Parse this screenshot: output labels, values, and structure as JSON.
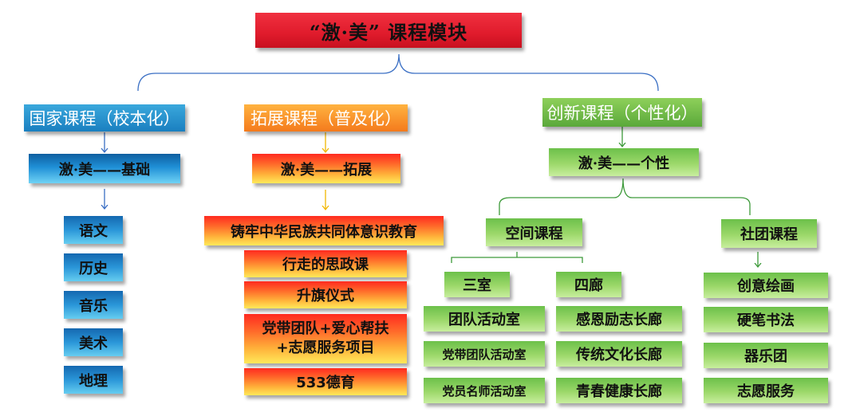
{
  "root": {
    "title": "“激·美” 课程模块"
  },
  "national": {
    "title": "国家课程（校本化）",
    "sub": "激·美——基础",
    "items": [
      "语文",
      "历史",
      "音乐",
      "美术",
      "地理"
    ]
  },
  "extension": {
    "title": "拓展课程（普及化）",
    "sub": "激·美——拓展",
    "items": [
      "铸牢中华民族共同体意识教育",
      "行走的思政课",
      "升旗仪式",
      "党带团队+爱心帮扶+志愿服务项目",
      "533德育"
    ]
  },
  "innovation": {
    "title": "创新课程（个性化）",
    "sub": "激·美——个性",
    "space": {
      "title": "空间课程",
      "rooms": {
        "title": "三室",
        "items": [
          "团队活动室",
          "党带团队活动室",
          "党员名师活动室"
        ]
      },
      "corridors": {
        "title": "四廊",
        "items": [
          "感恩励志长廊",
          "传统文化长廊",
          "青春健康长廊"
        ]
      }
    },
    "club": {
      "title": "社团课程",
      "items": [
        "创意绘画",
        "硬笔书法",
        "器乐团",
        "志愿服务"
      ]
    }
  },
  "colors": {
    "root": "#e01b2c",
    "blue": "#1a7fc0",
    "orange": "#f47a1c",
    "green": "#5aa83a",
    "line_blue": "#3a6fc4",
    "arrow_orange": "#f2b600",
    "line_green": "#3d9a3a"
  }
}
